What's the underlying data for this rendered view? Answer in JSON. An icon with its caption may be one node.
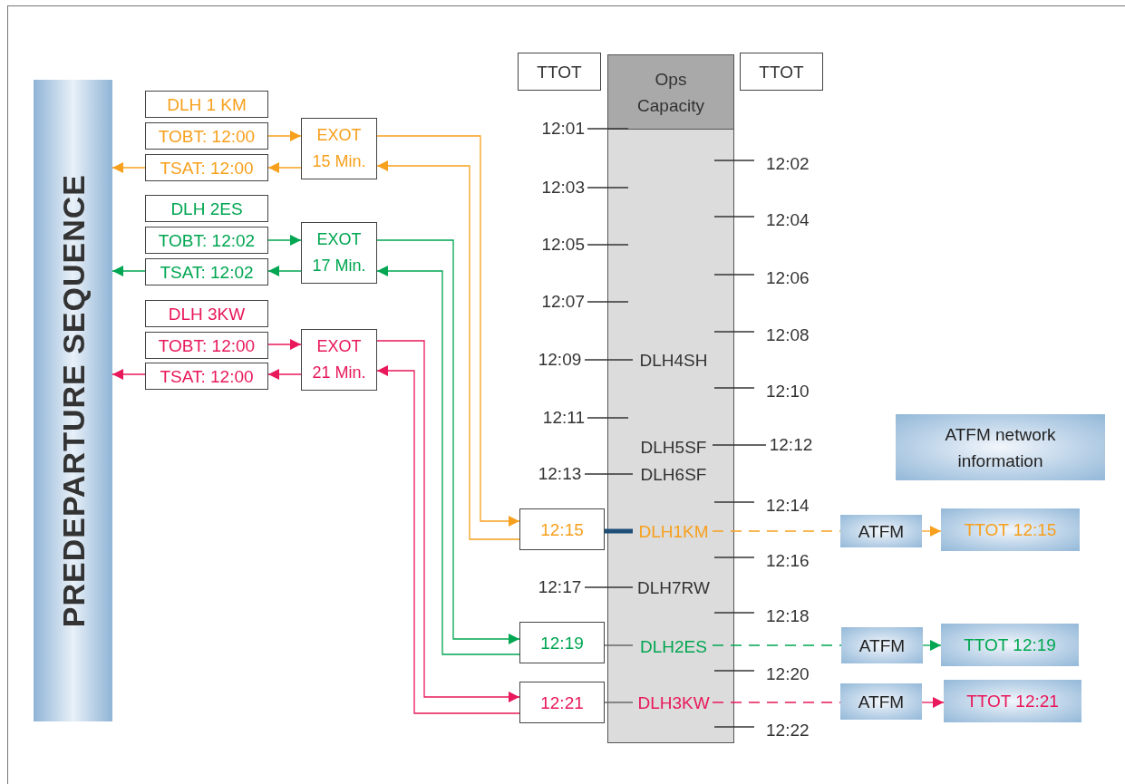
{
  "diagram": {
    "nodes": [
      {
        "text": [
          "PREDEPARTURE SEQUENCE"
        ]
      },
      {
        "text": [
          "DLH 1 KM"
        ]
      },
      {
        "text": [
          "TOBT: 12:00"
        ]
      },
      {
        "text": [
          "TSAT: 12:00"
        ]
      },
      {
        "text": [
          "EXOT 15 Min."
        ]
      },
      {
        "text": [
          "DLH 2ES"
        ]
      },
      {
        "text": [
          "TOBT: 12:02"
        ]
      },
      {
        "text": [
          "TSAT: 12:02"
        ]
      },
      {
        "text": [
          "EXOT 17 Min."
        ]
      },
      {
        "text": [
          "DLH 3KW"
        ]
      },
      {
        "text": [
          "TOBT: 12:00"
        ]
      },
      {
        "text": [
          "TSAT: 12:00"
        ]
      },
      {
        "text": [
          "EXOT 21 Min."
        ]
      },
      {
        "text": [
          "TTOT"
        ]
      },
      {
        "text": [
          "Ops Capacity"
        ]
      },
      {
        "text": [
          "DLH4SH"
        ],
        "in": 14
      },
      {
        "text": [
          "DLH5SF"
        ],
        "in": 14
      },
      {
        "text": [
          "DLH6SF"
        ],
        "in": 14
      },
      {
        "text": [
          "DLH1KM"
        ],
        "in": 14
      },
      {
        "text": [
          "DLH7RW"
        ],
        "in": 14
      },
      {
        "text": [
          "DLH2ES"
        ],
        "in": 14
      },
      {
        "text": [
          "DLH3KW"
        ],
        "in": 14
      },
      {
        "text": [
          "TTOT"
        ]
      },
      {
        "text": [
          "12:15"
        ]
      },
      {
        "text": [
          "12:19"
        ]
      },
      {
        "text": [
          "12:21"
        ]
      },
      {
        "text": [
          "ATFM network information"
        ]
      },
      {
        "text": [
          "ATFM"
        ]
      },
      {
        "text": [
          "TTOT 12:15"
        ]
      },
      {
        "text": [
          "ATFM"
        ]
      },
      {
        "text": [
          "TTOT 12:19"
        ]
      },
      {
        "text": [
          "ATFM"
        ]
      },
      {
        "text": [
          "TTOT 12:21"
        ]
      },
      {
        "text": [
          "12:09"
        ]
      },
      {
        "text": [
          "12:12"
        ]
      },
      {
        "text": [
          "12:13"
        ]
      },
      {
        "text": [
          "12:17"
        ]
      }
    ],
    "edges": [
      {
        "from": 2,
        "to": 4,
        "arrow": "to",
        "color": "#f7a01d"
      },
      {
        "from": 4,
        "to": 3,
        "arrow": "to",
        "color": "#f7a01d"
      },
      {
        "from": 3,
        "to": 0,
        "arrow": "to",
        "color": "#f7a01d"
      },
      {
        "from": 4,
        "to": 23,
        "arrow": "to",
        "color": "#f7a01d"
      },
      {
        "from": 23,
        "to": 4,
        "arrow": "to",
        "color": "#f7a01d"
      },
      {
        "from": 6,
        "to": 8,
        "arrow": "to",
        "color": "#00a651"
      },
      {
        "from": 8,
        "to": 7,
        "arrow": "to",
        "color": "#00a651"
      },
      {
        "from": 7,
        "to": 0,
        "arrow": "to",
        "color": "#00a651"
      },
      {
        "from": 8,
        "to": 24,
        "arrow": "to",
        "color": "#00a651"
      },
      {
        "from": 24,
        "to": 8,
        "arrow": "to",
        "color": "#00a651"
      },
      {
        "from": 10,
        "to": 12,
        "arrow": "to",
        "color": "#e8185a"
      },
      {
        "from": 12,
        "to": 11,
        "arrow": "to",
        "color": "#e8185a"
      },
      {
        "from": 11,
        "to": 0,
        "arrow": "to",
        "color": "#e8185a"
      },
      {
        "from": 12,
        "to": 25,
        "arrow": "to",
        "color": "#e8185a"
      },
      {
        "from": 25,
        "to": 12,
        "arrow": "to",
        "color": "#e8185a"
      },
      {
        "from": 23,
        "to": 18,
        "arrow": "none",
        "style": "thick",
        "color": "#1f4e79"
      },
      {
        "from": 24,
        "to": 20,
        "arrow": "none",
        "color": "#555555"
      },
      {
        "from": 25,
        "to": 21,
        "arrow": "none",
        "color": "#555555"
      },
      {
        "from": 18,
        "to": 27,
        "arrow": "none",
        "style": "dashed",
        "color": "#f7a01d"
      },
      {
        "from": 27,
        "to": 28,
        "arrow": "to",
        "color": "#f7a01d"
      },
      {
        "from": 20,
        "to": 29,
        "arrow": "none",
        "style": "dashed",
        "color": "#00a651"
      },
      {
        "from": 29,
        "to": 30,
        "arrow": "to",
        "color": "#00a651"
      },
      {
        "from": 21,
        "to": 31,
        "arrow": "none",
        "style": "dashed",
        "color": "#e8185a"
      },
      {
        "from": 31,
        "to": 32,
        "arrow": "to",
        "color": "#e8185a"
      },
      {
        "from": 33,
        "to": 15,
        "arrow": "none",
        "color": "#333333"
      },
      {
        "from": 16,
        "to": 34,
        "arrow": "none",
        "color": "#333333"
      },
      {
        "from": 35,
        "to": 17,
        "arrow": "none",
        "color": "#333333"
      },
      {
        "from": 36,
        "to": 19,
        "arrow": "none",
        "color": "#333333"
      }
    ],
    "labels": [
      "12:01",
      "12:02",
      "12:03",
      "12:04",
      "12:05",
      "12:06",
      "12:07",
      "12:08",
      "12:10",
      "12:11",
      "12:14",
      "12:16",
      "12:18",
      "12:20",
      "12:22"
    ]
  }
}
